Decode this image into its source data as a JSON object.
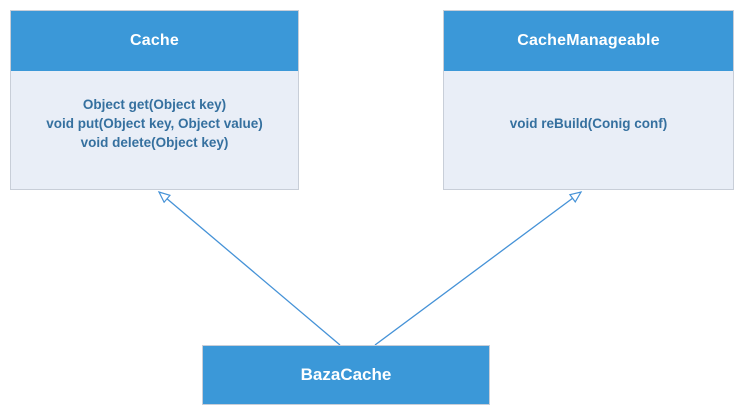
{
  "diagram": {
    "colors": {
      "header_blue": "#3b98d8",
      "body_fill": "#e9eef7",
      "border": "#c8ced8",
      "method_text": "#35709f",
      "title_text": "#ffffff",
      "arrow": "#4592d7",
      "background": "#ffffff"
    },
    "classes": {
      "cache": {
        "title": "Cache",
        "methods": [
          "Object get(Object key)",
          "void put(Object key, Object value)",
          "void delete(Object key)"
        ]
      },
      "cache_manageable": {
        "title": "CacheManageable",
        "methods": [
          "void reBuild(Conig conf)"
        ]
      },
      "baza_cache": {
        "title": "BazaCache"
      }
    },
    "relations": [
      {
        "from": "BazaCache",
        "to": "Cache",
        "type": "generalization"
      },
      {
        "from": "BazaCache",
        "to": "CacheManageable",
        "type": "generalization"
      }
    ]
  }
}
